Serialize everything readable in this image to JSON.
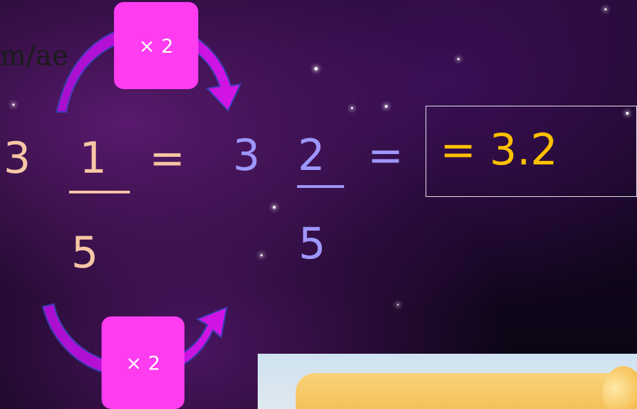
{
  "background_colors": {
    "top": "#230a33",
    "bottom": "#0a0412",
    "glow": "#5a1a6e"
  },
  "colors": {
    "left_fraction": "#f7c6a4",
    "right_fraction": "#9e97ff",
    "result": "#ffc000",
    "multiplier_box": "#ff3cf0",
    "arrow": "#c20fd6"
  },
  "partial_text": "m/ae",
  "left_mixed": {
    "whole": "3",
    "numerator": "1",
    "denominator": "5"
  },
  "equals_1": "=",
  "right_mixed": {
    "whole": "3",
    "numerator": "2",
    "denominator": "5"
  },
  "equals_2": "=",
  "result_text": "= 3.2",
  "top_multiplier": "× 2",
  "bottom_multiplier": "× 2"
}
